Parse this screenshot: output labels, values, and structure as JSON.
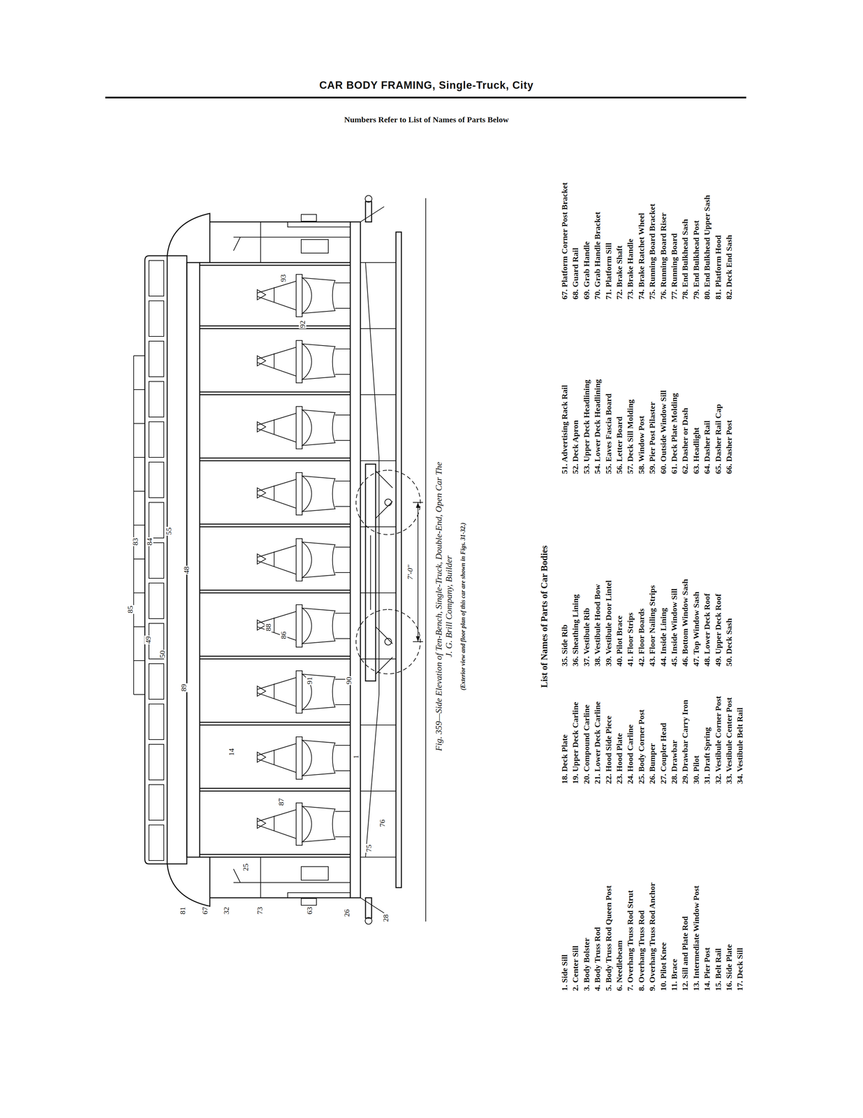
{
  "diagram": {
    "title": "CAR BODY FRAMING, Single-Truck, City",
    "caption": "Fig. 359—Side Elevation of Ten-Bench, Single-Truck, Double-End, Open Car The J. G. Brill Company, Builder",
    "labels": [
      "Numbers Refer to List of Names of Parts Below",
      "81",
      "67",
      "32",
      "73",
      "63",
      "26",
      "28",
      "25",
      "75",
      "76",
      "87",
      "1",
      "14",
      "89",
      "91",
      "90",
      "88",
      "86",
      "50",
      "49",
      "85",
      "48",
      "84",
      "83",
      "55",
      "93",
      "92",
      "7'-0\"",
      "(Exterior view and floor plan of this car are shown in Figs. 31-32.)",
      "List of Names of Parts of Car Bodies",
      "1. Side Sill",
      "2. Center Sill",
      "3. Body Bolster",
      "4. Body Truss Rod",
      "5. Body Truss Rod Queen Post",
      "6. Needlebeam",
      "7. Overhang Truss Rod Strut",
      "8. Overhang Truss Rod",
      "9. Overhang Truss Rod Anchor",
      "10. Pilot Knee",
      "11. Brace",
      "12. Sill and Plate Rod",
      "13. Intermediate Window Post",
      "14. Pier Post",
      "15. Belt Rail",
      "16. Side Plate",
      "17. Deck Sill",
      "18. Deck Plate",
      "19. Upper Deck Carline",
      "20. Compound Carline",
      "21. Lower Deck Carline",
      "22. Hood Side Piece",
      "23. Hood Plate",
      "24. Hood Carline",
      "25. Body Corner Post",
      "26. Bumper",
      "27. Coupler Head",
      "28. Drawbar",
      "29. Drawbar Carry Iron",
      "30. Pilot",
      "31. Draft Spring",
      "32. Vestibule Corner Post",
      "33. Vestibule Center Post",
      "34. Vestibule Belt Rail",
      "35. Side Rib",
      "36. Sheathing Lining",
      "37. Vestibule Rib",
      "38. Vestibule Hood Bow",
      "39. Vestibule Door Lintel",
      "40. Pilot Brace",
      "41. Floor Strips",
      "42. Floor Boards",
      "43. Floor Nailing Strips",
      "44. Inside Lining",
      "45. Inside Window Sill",
      "46. Bottom Window Sash",
      "47. Top Window Sash",
      "48. Lower Deck Roof",
      "49. Upper Deck Roof",
      "50. Deck Sash",
      "51. Advertising Rack Rail",
      "52. Deck Apron",
      "53. Upper Deck Headlining",
      "54. Lower Deck Headlining",
      "55. Eaves Fascia Board",
      "56. Letter Board",
      "57. Deck Sill Molding",
      "58. Window Post",
      "59. Pier Post Pilaster",
      "60. Outside Window Sill",
      "61. Deck Plate Molding",
      "62. Dasher or Dash",
      "63. Headlight",
      "64. Dasher Rail",
      "65. Dasher Rail Cap",
      "66. Dasher Post",
      "67. Platform Corner Post Bracket",
      "68. Guard Rail",
      "69. Grab Handle",
      "70. Grab Handle Bracket",
      "71. Platform Sill",
      "72. Brake Shaft",
      "73. Brake Handle",
      "74. Brake Ratchet Wheel",
      "75. Running Board Bracket",
      "76. Running Board Riser",
      "77. Running Board",
      "78. End Bulkhead Sash",
      "79. End Bulkhead Post",
      "80. End Bulkhead Upper Sash",
      "81. Platform Hood",
      "82. Deck End Sash"
    ]
  }
}
